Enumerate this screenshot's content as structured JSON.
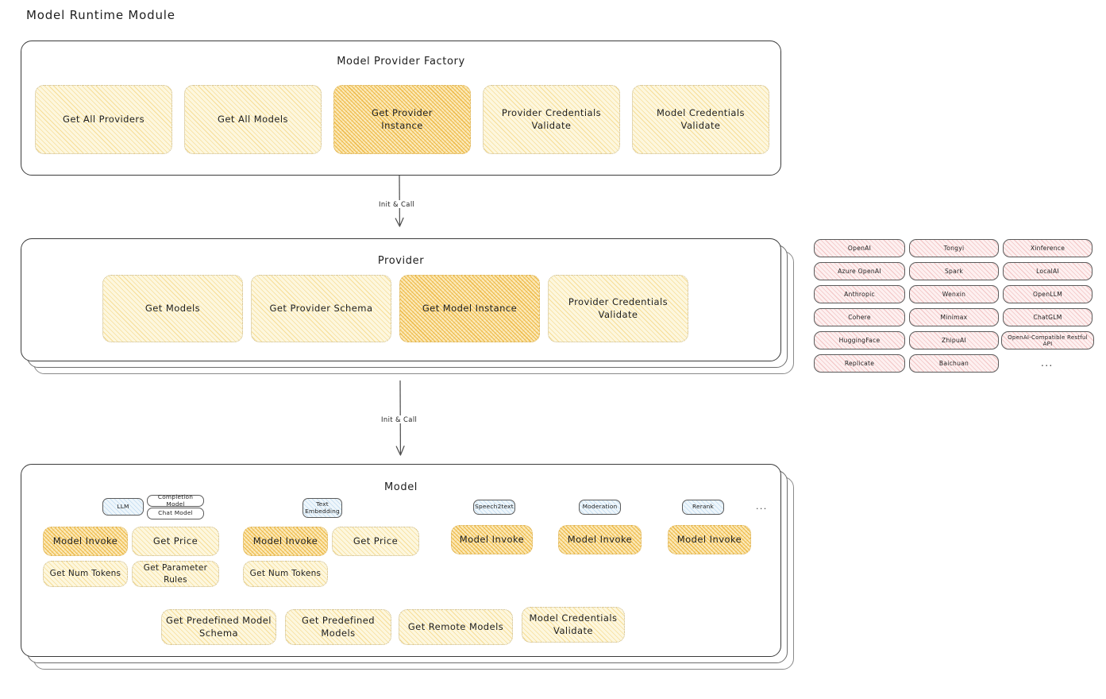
{
  "page": {
    "title": "Model Runtime Module"
  },
  "factory": {
    "title": "Model Provider Factory",
    "nodes": [
      {
        "label": "Get All Providers",
        "highlight": false
      },
      {
        "label": "Get All Models",
        "highlight": false
      },
      {
        "label": "Get Provider\nInstance",
        "highlight": true
      },
      {
        "label": "Provider Credentials\nValidate",
        "highlight": false
      },
      {
        "label": "Model Credentials\nValidate",
        "highlight": false
      }
    ]
  },
  "arrows": [
    {
      "label": "Init & Call"
    },
    {
      "label": "Init & Call"
    }
  ],
  "provider": {
    "title": "Provider",
    "nodes": [
      {
        "label": "Get Models",
        "highlight": false
      },
      {
        "label": "Get Provider Schema",
        "highlight": false
      },
      {
        "label": "Get Model Instance",
        "highlight": true
      },
      {
        "label": "Provider Credentials\nValidate",
        "highlight": false
      }
    ]
  },
  "provider_list": {
    "columns": [
      [
        "OpenAI",
        "Azure OpenAI",
        "Anthropic",
        "Cohere",
        "HuggingFace",
        "Replicate"
      ],
      [
        "Tongyi",
        "Spark",
        "Wenxin",
        "Minimax",
        "ZhipuAI",
        "Baichuan"
      ],
      [
        "Xinference",
        "LocalAI",
        "OpenLLM",
        "ChatGLM",
        "OpenAI-Compatible Restful API"
      ]
    ],
    "ellipsis": "..."
  },
  "model": {
    "title": "Model",
    "ellipsis": "...",
    "types": [
      {
        "badge": "LLM",
        "sub_badges": [
          "Completion Model",
          "Chat Model"
        ],
        "nodes": [
          {
            "label": "Model Invoke",
            "highlight": true
          },
          {
            "label": "Get Price",
            "highlight": false
          },
          {
            "label": "Get Num Tokens",
            "highlight": false
          },
          {
            "label": "Get Parameter\nRules",
            "highlight": false
          }
        ]
      },
      {
        "badge": "Text\nEmbedding",
        "sub_badges": [],
        "nodes": [
          {
            "label": "Model Invoke",
            "highlight": true
          },
          {
            "label": "Get Price",
            "highlight": false
          },
          {
            "label": "Get Num Tokens",
            "highlight": false
          }
        ]
      },
      {
        "badge": "Speech2text",
        "sub_badges": [],
        "nodes": [
          {
            "label": "Model Invoke",
            "highlight": true
          }
        ]
      },
      {
        "badge": "Moderation",
        "sub_badges": [],
        "nodes": [
          {
            "label": "Model Invoke",
            "highlight": true
          }
        ]
      },
      {
        "badge": "Rerank",
        "sub_badges": [],
        "nodes": [
          {
            "label": "Model Invoke",
            "highlight": true
          }
        ]
      }
    ],
    "common_nodes": [
      {
        "label": "Get Predefined Model\nSchema"
      },
      {
        "label": "Get Predefined\nModels"
      },
      {
        "label": "Get Remote Models"
      },
      {
        "label": "Model Credentials\nValidate"
      }
    ]
  },
  "colors": {
    "highlight_fill": "#f7cf85",
    "light_fill": "#fdf7de",
    "provider_chip_fill": "#fdf0f0",
    "badge_fill": "#eef6fb",
    "stroke": "#1e1e1e"
  }
}
